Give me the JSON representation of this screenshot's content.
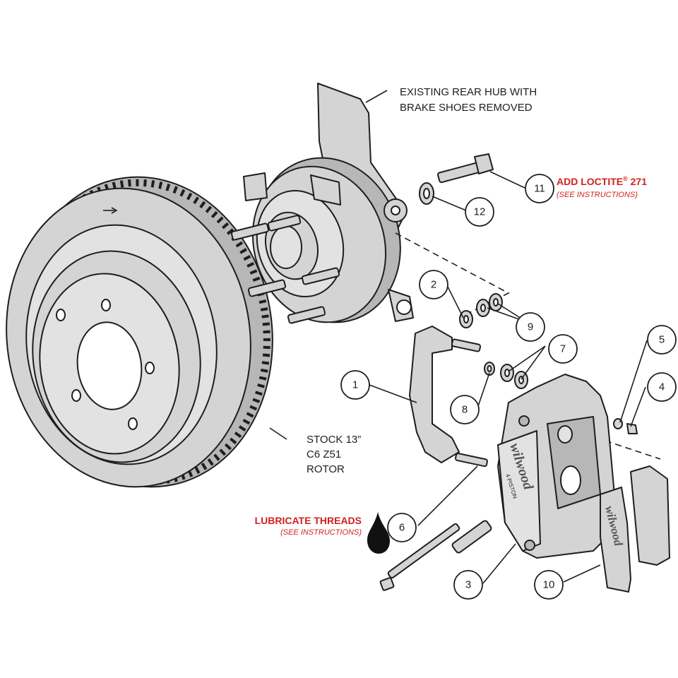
{
  "labels": {
    "hub_line1": "EXISTING REAR HUB WITH",
    "hub_line2": "BRAKE SHOES REMOVED",
    "rotor_line1": "STOCK 13”",
    "rotor_line2": "C6 Z51",
    "rotor_line3": "ROTOR",
    "loctite_main": "ADD LOCTITE",
    "loctite_sup": "®",
    "loctite_num": " 271",
    "loctite_sub": "(SEE INSTRUCTIONS)",
    "lube_main": "LUBRICATE THREADS",
    "lube_sub": "(SEE INSTRUCTIONS)",
    "caliper_brand": "wilwood",
    "caliper_sub": "4 PISTON",
    "pad_brand": "wilwood"
  },
  "callouts": [
    "1",
    "2",
    "3",
    "4",
    "5",
    "6",
    "7",
    "8",
    "9",
    "10",
    "11",
    "12"
  ],
  "colors": {
    "warning_red": "#d21f1f",
    "part_fill": "#d4d4d4",
    "outline": "#1e1e1e"
  },
  "icons": {
    "lube": "oil-drop-icon",
    "rotation": "rotation-arrow-icon"
  }
}
